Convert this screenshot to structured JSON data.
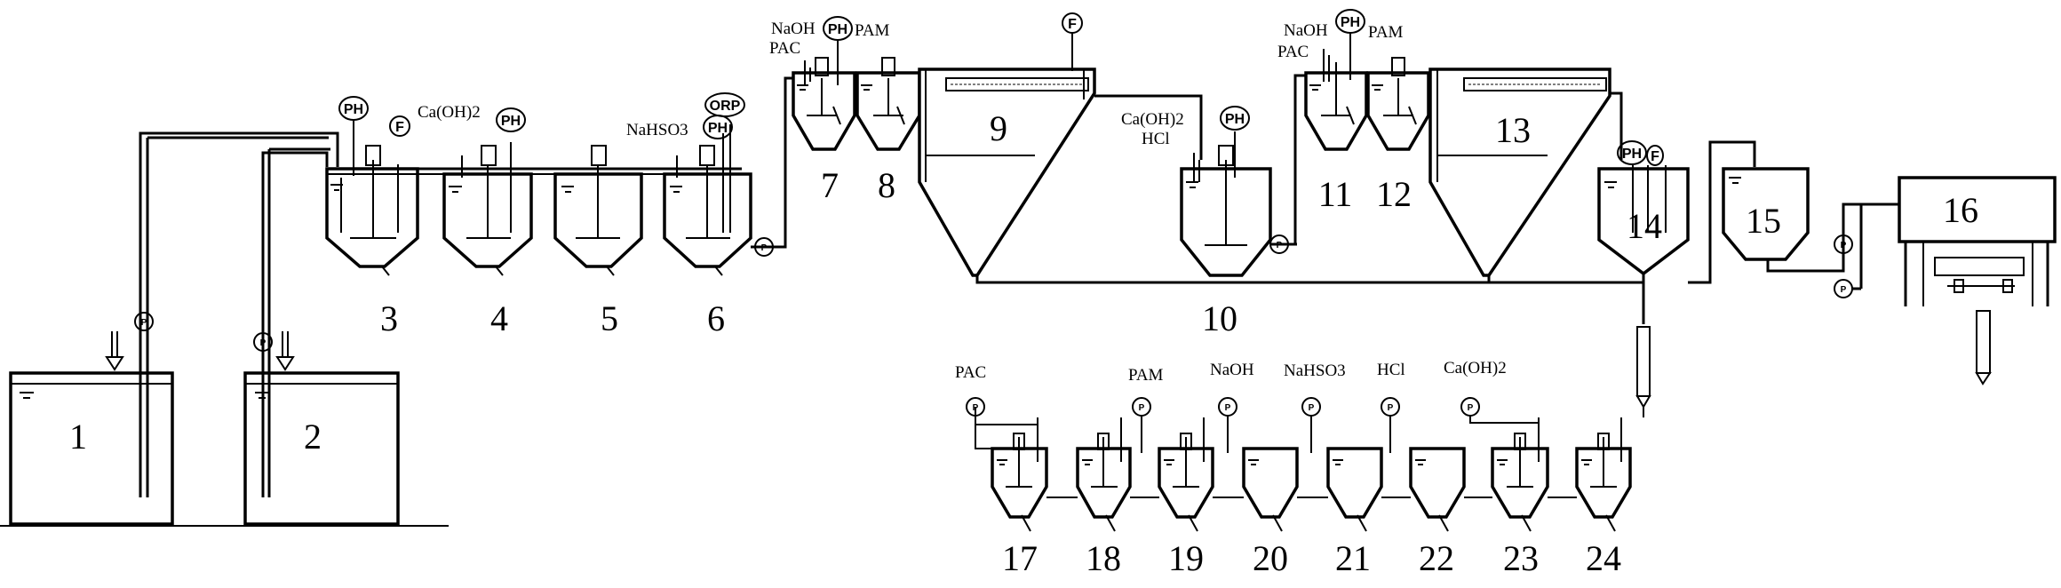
{
  "units": [
    {
      "id": "1",
      "label": "1"
    },
    {
      "id": "2",
      "label": "2"
    },
    {
      "id": "3",
      "label": "3"
    },
    {
      "id": "4",
      "label": "4"
    },
    {
      "id": "5",
      "label": "5"
    },
    {
      "id": "6",
      "label": "6"
    },
    {
      "id": "7",
      "label": "7"
    },
    {
      "id": "8",
      "label": "8"
    },
    {
      "id": "9",
      "label": "9"
    },
    {
      "id": "10",
      "label": "10"
    },
    {
      "id": "11",
      "label": "11"
    },
    {
      "id": "12",
      "label": "12"
    },
    {
      "id": "13",
      "label": "13"
    },
    {
      "id": "14",
      "label": "14"
    },
    {
      "id": "15",
      "label": "15"
    },
    {
      "id": "16",
      "label": "16"
    },
    {
      "id": "17",
      "label": "17"
    },
    {
      "id": "18",
      "label": "18"
    },
    {
      "id": "19",
      "label": "19"
    },
    {
      "id": "20",
      "label": "20"
    },
    {
      "id": "21",
      "label": "21"
    },
    {
      "id": "22",
      "label": "22"
    },
    {
      "id": "23",
      "label": "23"
    },
    {
      "id": "24",
      "label": "24"
    }
  ],
  "reagents": {
    "caoh2": "Ca(OH)2",
    "nahso3": "NaHSO3",
    "naoh": "NaOH",
    "pac": "PAC",
    "pam": "PAM",
    "hcl": "HCl"
  },
  "instruments": {
    "ph": "PH",
    "orp": "ORP",
    "flow": "F",
    "pump": "P"
  }
}
